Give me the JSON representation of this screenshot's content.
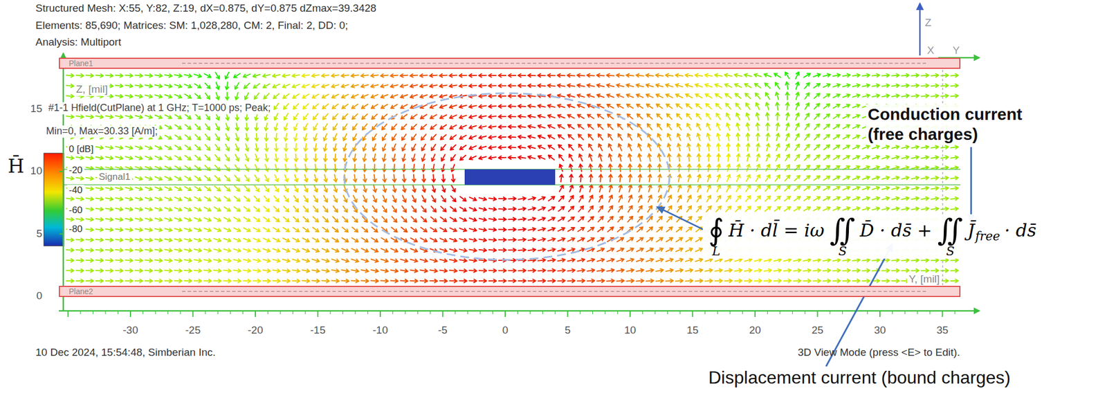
{
  "diagram": {
    "nodes": [
      {
        "text": [
          "Plane1"
        ]
      },
      {
        "text": [
          "Plane2"
        ]
      }
    ],
    "labels": [
      "Structured Mesh: X:55, Y:82, Z:19, dX=0.875, dY=0.875 dZmax=39.3428",
      "Elements: 85,690; Matrices: SM: 1,028,280, CM: 2, Final: 2, DD: 0;",
      "Analysis: Multiport",
      "Z",
      "X",
      "Y",
      "Z, [mil]",
      "#1-1 Hfield(CutPlane) at 1 GHz; T=1000 ps; Peak;",
      "Min=0, Max=30.33 [A/m];",
      "15",
      "10",
      "5",
      "0",
      "H̄",
      "0 [dB]",
      "-20",
      "-40",
      "-60",
      "-80",
      "Signal1",
      "Conduction current (free charges)",
      "∮",
      "L",
      "H̄ · dl̄ = iω",
      "∬",
      "S",
      "D̄ · ds̄ +",
      "∬",
      "S",
      "J̄",
      "free",
      "· ds̄",
      "Y, [mil]",
      "-30",
      "-25",
      "-20",
      "-15",
      "-10",
      "-5",
      "0",
      "5",
      "10",
      "15",
      "20",
      "25",
      "30",
      "35",
      "10 Dec 2024, 15:54:48, Simberian Inc.",
      "3D View Mode (press <E> to Edit).",
      "Displacement current (bound charges)"
    ]
  }
}
